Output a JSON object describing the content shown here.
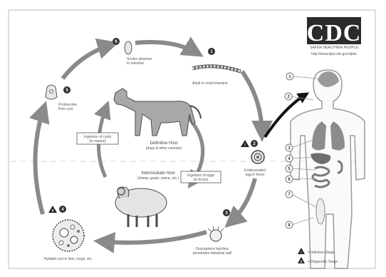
{
  "logo": {
    "letters": "CDC",
    "tagline": "SAFER·HEALTHIER·PEOPLE",
    "url": "http://www.dpd.cdc.gov/dpdx"
  },
  "stages": {
    "s1": {
      "number": "1",
      "label": "Adult in small intestine"
    },
    "s2": {
      "number": "2",
      "label_line1": "Embryonated",
      "label_line2": "egg in feces"
    },
    "s3": {
      "number": "3",
      "label_line1": "Oncosphere hatches;",
      "label_line2": "penetrates intestinal wall"
    },
    "s4": {
      "number": "4",
      "label": "Hydatid cyst in liver, lungs, etc."
    },
    "s5": {
      "number": "5",
      "label_line1": "Protoscolex",
      "label_line2": "from cyst"
    },
    "s6": {
      "number": "6",
      "label_line1": "Scolex attaches",
      "label_line2": "to intestine"
    }
  },
  "hosts": {
    "definitive_line1": "Definitive Host",
    "definitive_line2": "(dogs & other canidae)",
    "intermediate_line1": "Intermediate Host",
    "intermediate_line2": "(sheep, goats, swine, etc.)"
  },
  "boxes": {
    "ingestion_cysts_line1": "Ingestion of cysts",
    "ingestion_cysts_line2": "(in organs)",
    "ingestion_eggs_line1": "Ingestion of eggs",
    "ingestion_eggs_line2": "(in feces)"
  },
  "human_markers": [
    "1",
    "2",
    "3",
    "4",
    "5",
    "6",
    "7",
    "8"
  ],
  "legend": {
    "infective_label": "= Infective Stage",
    "diagnostic_label": "= Diagnostic Stage",
    "infective_letter": "i",
    "diagnostic_letter": "d"
  },
  "colors": {
    "stroke": "#555555",
    "arrow": "#8a8a8a",
    "number_fill": "#333333",
    "organ": "#8c8c8c",
    "body_outline": "#9a9a9a"
  }
}
